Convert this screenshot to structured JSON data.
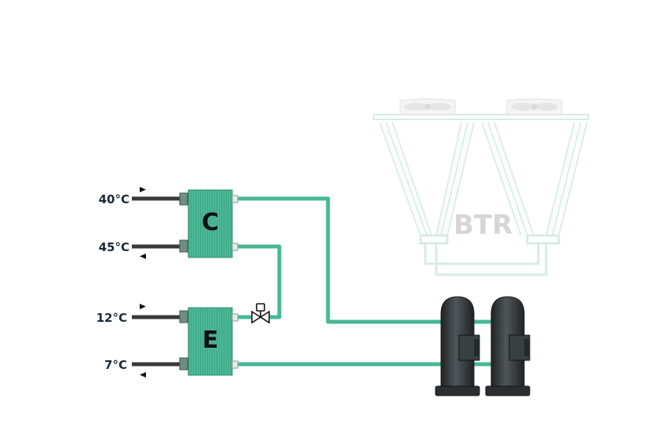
{
  "diagram": {
    "condenser": {
      "letter": "C"
    },
    "evaporator": {
      "letter": "E"
    },
    "drycooler": {
      "label": "BTR"
    },
    "temperatures": {
      "condenser_out": "40°C",
      "condenser_in": "45°C",
      "evaporator_in": "12°C",
      "evaporator_out": "7°C"
    },
    "colors": {
      "refrigerant_pipe": "#47b894",
      "hx_body": "#4cb996",
      "water_pipe": "#3a3a3a",
      "compressor": "#2f3336",
      "drycooler_ghost": "#d6ece4"
    }
  }
}
